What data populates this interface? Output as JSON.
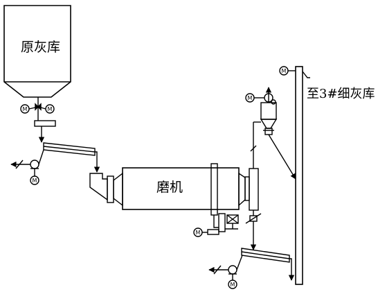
{
  "labels": {
    "raw_ash_silo": "原灰库",
    "mill": "磨机",
    "to_fine_ash_silo": "至3#细灰库"
  },
  "motor_symbol": "M",
  "colors": {
    "line": "#000000",
    "background": "#ffffff"
  }
}
